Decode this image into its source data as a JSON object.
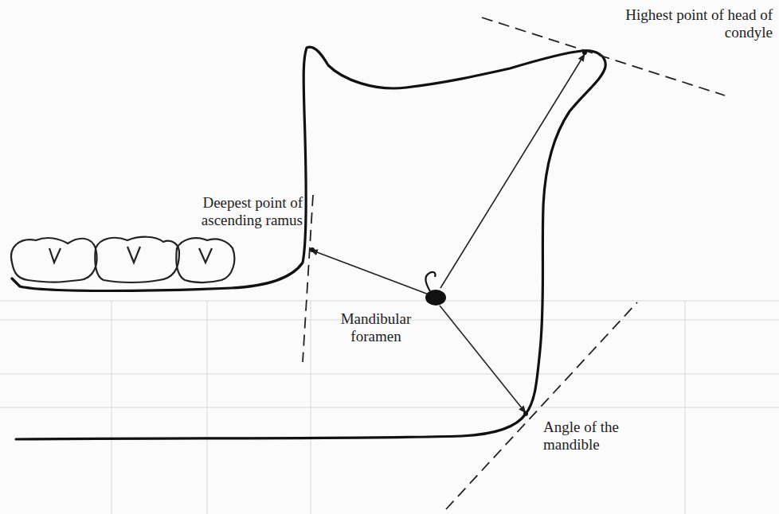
{
  "diagram": {
    "labels": [
      "Highest point of head of condyle",
      "Deepest point of ascending ramus",
      "Mandibular foramen",
      "Angle of the mandible"
    ]
  }
}
